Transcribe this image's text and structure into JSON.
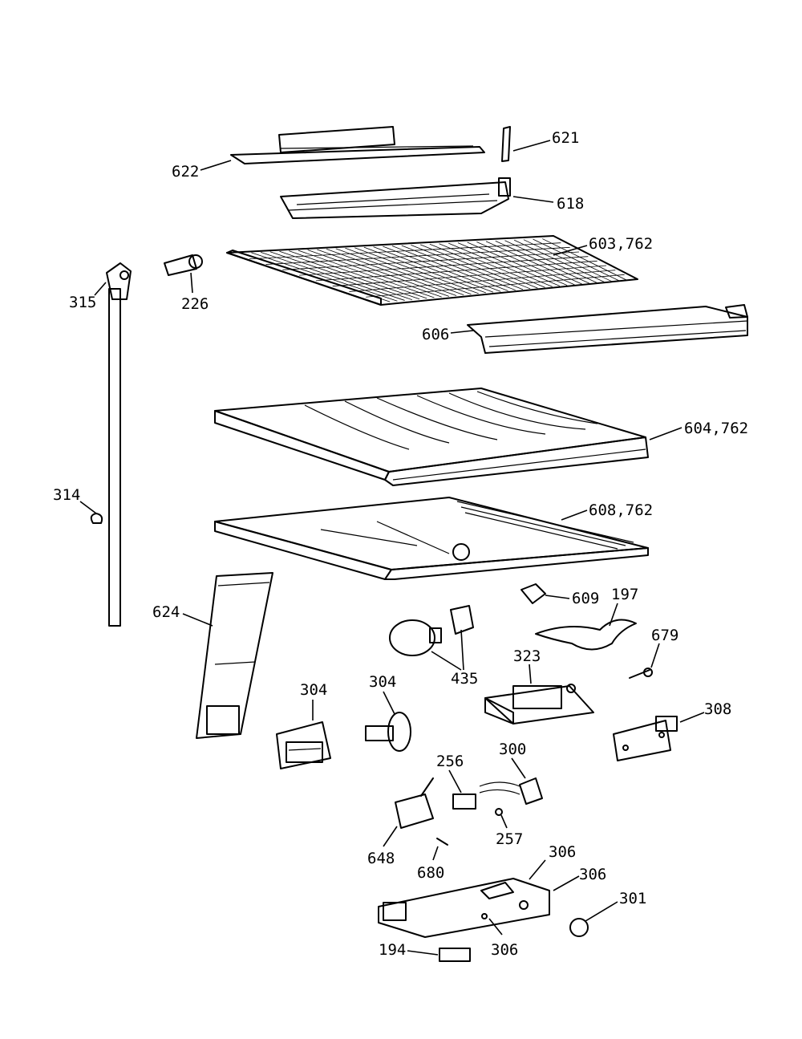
{
  "diagram": {
    "labels": [
      {
        "id": "621",
        "text": "621"
      },
      {
        "id": "622",
        "text": "622"
      },
      {
        "id": "618",
        "text": "618"
      },
      {
        "id": "603",
        "text": "603,762"
      },
      {
        "id": "315",
        "text": "315"
      },
      {
        "id": "226",
        "text": "226"
      },
      {
        "id": "606",
        "text": "606"
      },
      {
        "id": "604",
        "text": "604,762"
      },
      {
        "id": "314",
        "text": "314"
      },
      {
        "id": "608",
        "text": "608,762"
      },
      {
        "id": "609",
        "text": "609"
      },
      {
        "id": "197",
        "text": "197"
      },
      {
        "id": "624",
        "text": "624"
      },
      {
        "id": "679",
        "text": "679"
      },
      {
        "id": "323",
        "text": "323"
      },
      {
        "id": "435",
        "text": "435"
      },
      {
        "id": "304a",
        "text": "304"
      },
      {
        "id": "304b",
        "text": "304"
      },
      {
        "id": "308",
        "text": "308"
      },
      {
        "id": "300",
        "text": "300"
      },
      {
        "id": "256",
        "text": "256"
      },
      {
        "id": "257",
        "text": "257"
      },
      {
        "id": "648",
        "text": "648"
      },
      {
        "id": "680",
        "text": "680"
      },
      {
        "id": "306a",
        "text": "306"
      },
      {
        "id": "306b",
        "text": "306"
      },
      {
        "id": "301",
        "text": "301"
      },
      {
        "id": "194",
        "text": "194"
      },
      {
        "id": "306c",
        "text": "306"
      }
    ]
  }
}
